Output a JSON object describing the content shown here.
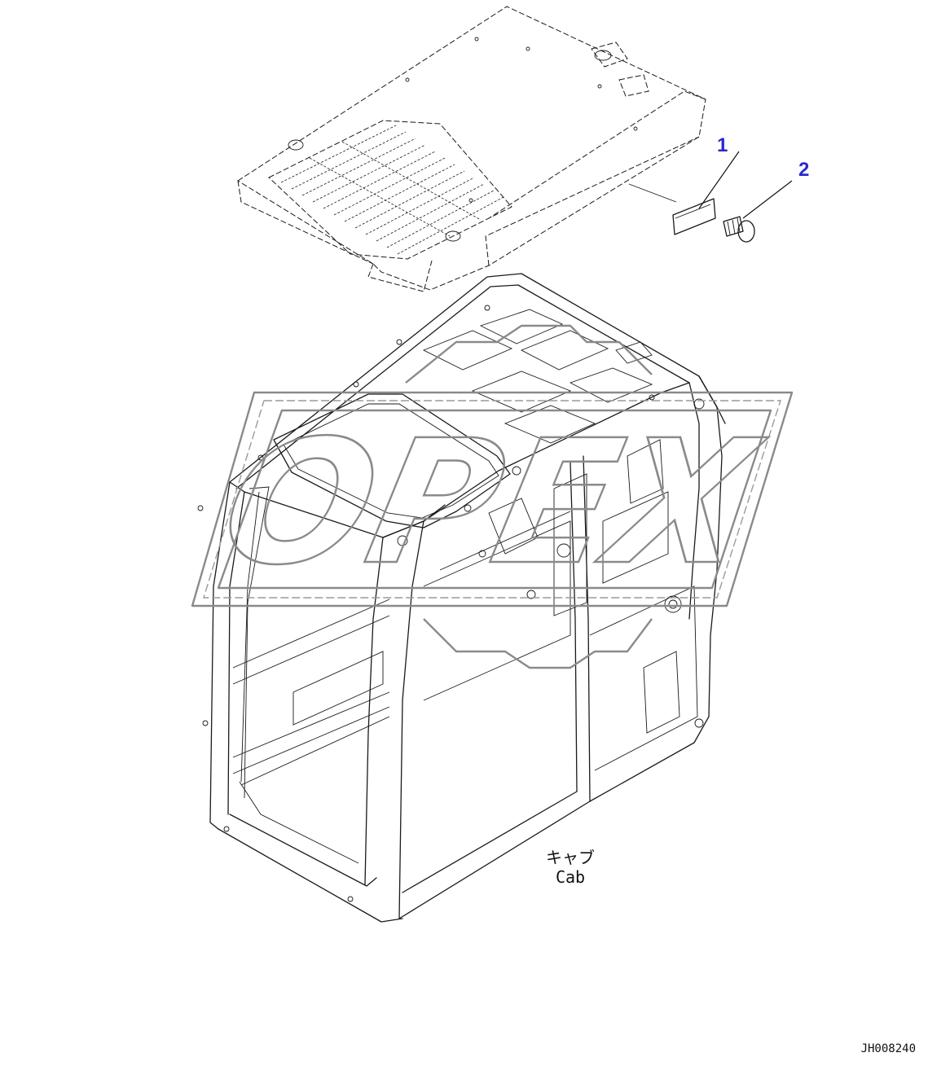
{
  "callouts": [
    {
      "label": "1",
      "part": "plate"
    },
    {
      "label": "2",
      "part": "rivet"
    }
  ],
  "labels": {
    "cab_jp": "キャブ",
    "cab_en": "Cab",
    "drawing_number": "JH008240"
  },
  "watermark_text": "ОРЕХ",
  "colors": {
    "callout": "#2a2acd",
    "line": "#1a1a1a",
    "watermark": "#8a8a8a",
    "background": "#ffffff"
  }
}
